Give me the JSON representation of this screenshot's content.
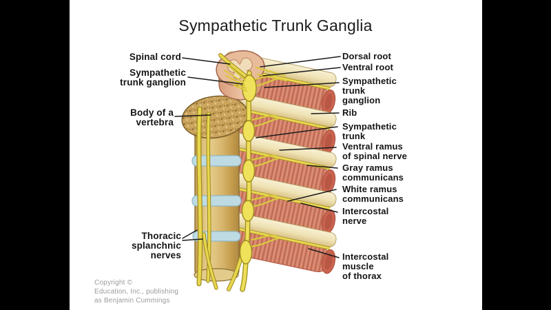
{
  "slide": {
    "title": "Sympathetic Trunk Ganglia",
    "copyright": "Copyright ©\nEducation, Inc., publishing\nas Benjamin Cummings"
  },
  "labels": {
    "left": [
      {
        "id": "spinal-cord",
        "text": "Spinal cord"
      },
      {
        "id": "sympathetic-trunk-ganglion-left",
        "text": "Sympathetic\ntrunk ganglion"
      },
      {
        "id": "body-of-a-vertebra",
        "text": "Body of a\nvertebra"
      },
      {
        "id": "thoracic-splanchnic-nerves",
        "text": "Thoracic\nsplanchnic\nnerves"
      }
    ],
    "right": [
      {
        "id": "dorsal-root",
        "text": "Dorsal root"
      },
      {
        "id": "ventral-root",
        "text": "Ventral root"
      },
      {
        "id": "sympathetic-trunk-ganglion-right",
        "text": "Sympathetic\ntrunk\nganglion"
      },
      {
        "id": "rib",
        "text": "Rib"
      },
      {
        "id": "sympathetic-trunk",
        "text": "Sympathetic\ntrunk"
      },
      {
        "id": "ventral-ramus-of-spinal-nerve",
        "text": "Ventral ramus\nof spinal nerve"
      },
      {
        "id": "gray-ramus-communicans",
        "text": "Gray ramus\ncommunicans"
      },
      {
        "id": "white-ramus-communicans",
        "text": "White ramus\ncommunicans"
      },
      {
        "id": "intercostal-nerve",
        "text": "Intercostal\nnerve"
      },
      {
        "id": "intercostal-muscle-of-thorax",
        "text": "Intercostal\nmuscle\nof thorax"
      }
    ]
  },
  "colors": {
    "letterbox": "#000000",
    "background": "#ffffff",
    "label_text": "#141414",
    "leader_line": "#1a1a1a",
    "nerve_yellow": "#ecdc52",
    "nerve_outline": "#9b8a1c",
    "vertebra_tan": "#d8b86e",
    "disc_blue": "#bedbe4",
    "rib_cream": "#f3e9c6",
    "muscle_red": "#d88a72",
    "spinal_cord_pink": "#e3ab8a",
    "copyright_gray": "#9a9a9a"
  }
}
